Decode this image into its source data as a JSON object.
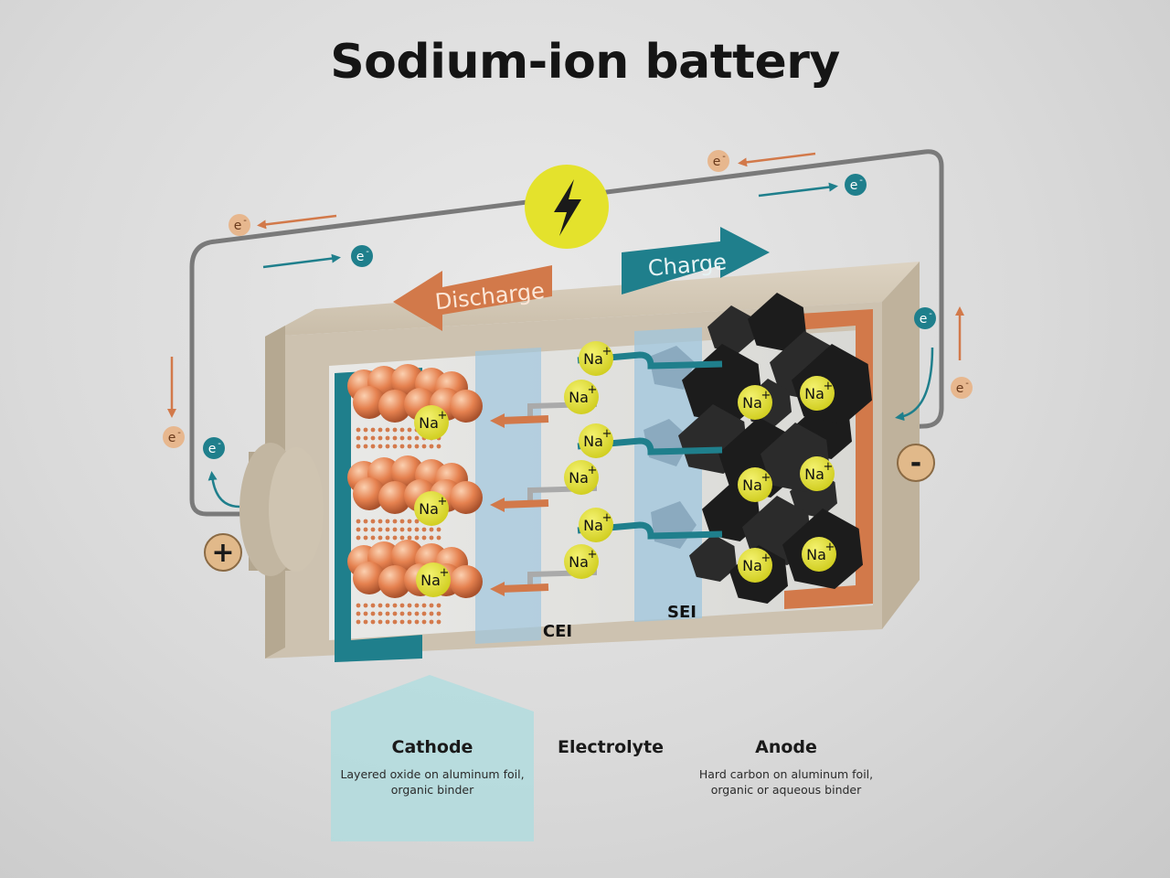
{
  "title": "Sodium-ion battery",
  "arrows": {
    "discharge": "Discharge",
    "charge": "Charge"
  },
  "terminals": {
    "positive": "+",
    "negative": "-"
  },
  "electron": {
    "symbol": "e",
    "charge": "-"
  },
  "ion": {
    "symbol": "Na",
    "charge": "+"
  },
  "interfaces": {
    "cei": "CEI",
    "sei": "SEI"
  },
  "components": {
    "cathode": {
      "title": "Cathode",
      "desc1": "Layered oxide on aluminum foil,",
      "desc2": "organic binder"
    },
    "electrolyte": {
      "title": "Electrolyte"
    },
    "anode": {
      "title": "Anode",
      "desc1": "Hard carbon on aluminum foil,",
      "desc2": "organic or aqueous binder"
    }
  },
  "colors": {
    "orange": "#d2794a",
    "teal": "#1f7f8c",
    "yellow": "#e4e22c",
    "casing": "#cdc2b0",
    "wire": "#7a7a7a"
  },
  "icons": {
    "load": "lightning-bolt-icon"
  }
}
